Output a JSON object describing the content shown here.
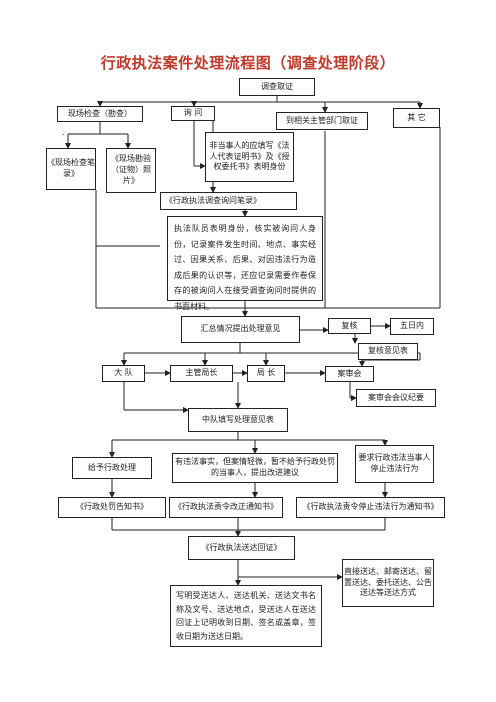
{
  "title": "行政执法案件处理流程图（调查处理阶段）",
  "nodes": {
    "investigate": "调查取证",
    "onsite_inspection": "现场检查（勘查）",
    "inquiry": "询 问",
    "dept_evidence": "到相关主管部门取证",
    "other": "其 它",
    "onsite_record": "《现场检查笔录》",
    "survey_photos": "《现场勘验（证物）照片》",
    "party_note": "非当事人的应填写《法人代表证明书》及《授权委托书》表明身份",
    "inquiry_record": "《行政执法调查询问笔录》",
    "inquiry_desc": "执法队员表明身份，核实被询问人身份，记录案件发生时间、地点、事实经过、因果关系、后果、对因违法行为造成后果的认识等，还应记录需要作卷保存的被询问人在接受调查询问时提供的书面材料。",
    "summary": "汇总情况提出处理意见",
    "review": "复核",
    "five_days": "五日内",
    "review_opinion": "复核意见表",
    "brigade": "大 队",
    "deputy_chief": "主管局长",
    "bureau_chief": "局 长",
    "trial_meeting": "案审会",
    "meeting_minutes": "案审会会议纪要",
    "squad_opinion": "中队填写处理意见表",
    "give_penalty": "给予行政处理",
    "minor_case": "有违法事实，但案情轻微，暂不给予行政处罚的当事人，提出改进建议",
    "order_stop": "要求行政违法当事人停止违法行为",
    "penalty_notice": "《行政处罚告知书》",
    "rectify_notice": "《行政执法责令改正通知书》",
    "stop_notice": "《行政执法责令停止违法行为通知书》",
    "delivery_receipt": "《行政执法送达回证》",
    "delivery_methods": "直接送达、邮寄送达、留置送达、委托送达、公告送达等送达方式",
    "delivery_desc": "写明受送达人、送达机关、送达文书名称及文号、送达地点，受送达人在送达回证上记明收到日期、签名或盖章，签收日期为送达日期。"
  }
}
